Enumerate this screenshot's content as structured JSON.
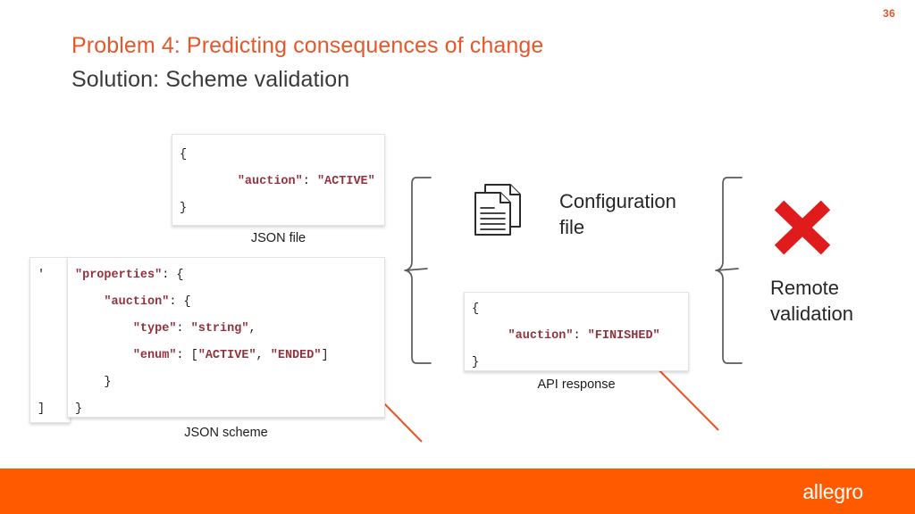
{
  "slide": {
    "page_number": "36",
    "title": "Problem 4: Predicting consequences of change",
    "subtitle": "Solution: Scheme validation",
    "accent_color": "#e8572a",
    "footer_color": "#ff5a00",
    "string_color": "#93323c",
    "x_mark_color": "#e01b1b"
  },
  "cards": {
    "json_file": {
      "caption": "JSON file",
      "line1": "{",
      "line2_key": "\"auction\"",
      "line2_colon": ": ",
      "line2_value": "\"ACTIVE\"",
      "line3": "}"
    },
    "json_scheme": {
      "caption": "JSON scheme",
      "line1_key": "\"properties\"",
      "line1_rest": ": {",
      "line2_key": "\"auction\"",
      "line2_rest": ": {",
      "line3_key": "\"type\"",
      "line3_mid": ": ",
      "line3_value": "\"string\"",
      "line3_end": ",",
      "line4_key": "\"enum\"",
      "line4_mid": ": [",
      "line4_v1": "\"ACTIVE\"",
      "line4_sep": ", ",
      "line4_v2": "\"ENDED\"",
      "line4_end": "]",
      "line5": "}",
      "line6": "}"
    },
    "ghost_left": {
      "top_fragment": "'",
      "bottom_fragment": "]"
    },
    "api_response": {
      "caption": "API response",
      "line1": "{",
      "line2_key": "\"auction\"",
      "line2_colon": ": ",
      "line2_value": "\"FINISHED\"",
      "line3": "}"
    }
  },
  "config": {
    "icon": "documents-icon",
    "label_line1": "Configuration",
    "label_line2": "file"
  },
  "remote": {
    "icon": "red-x-icon",
    "label_line1": "Remote",
    "label_line2": "validation"
  },
  "footer": {
    "logo": "allegro"
  }
}
